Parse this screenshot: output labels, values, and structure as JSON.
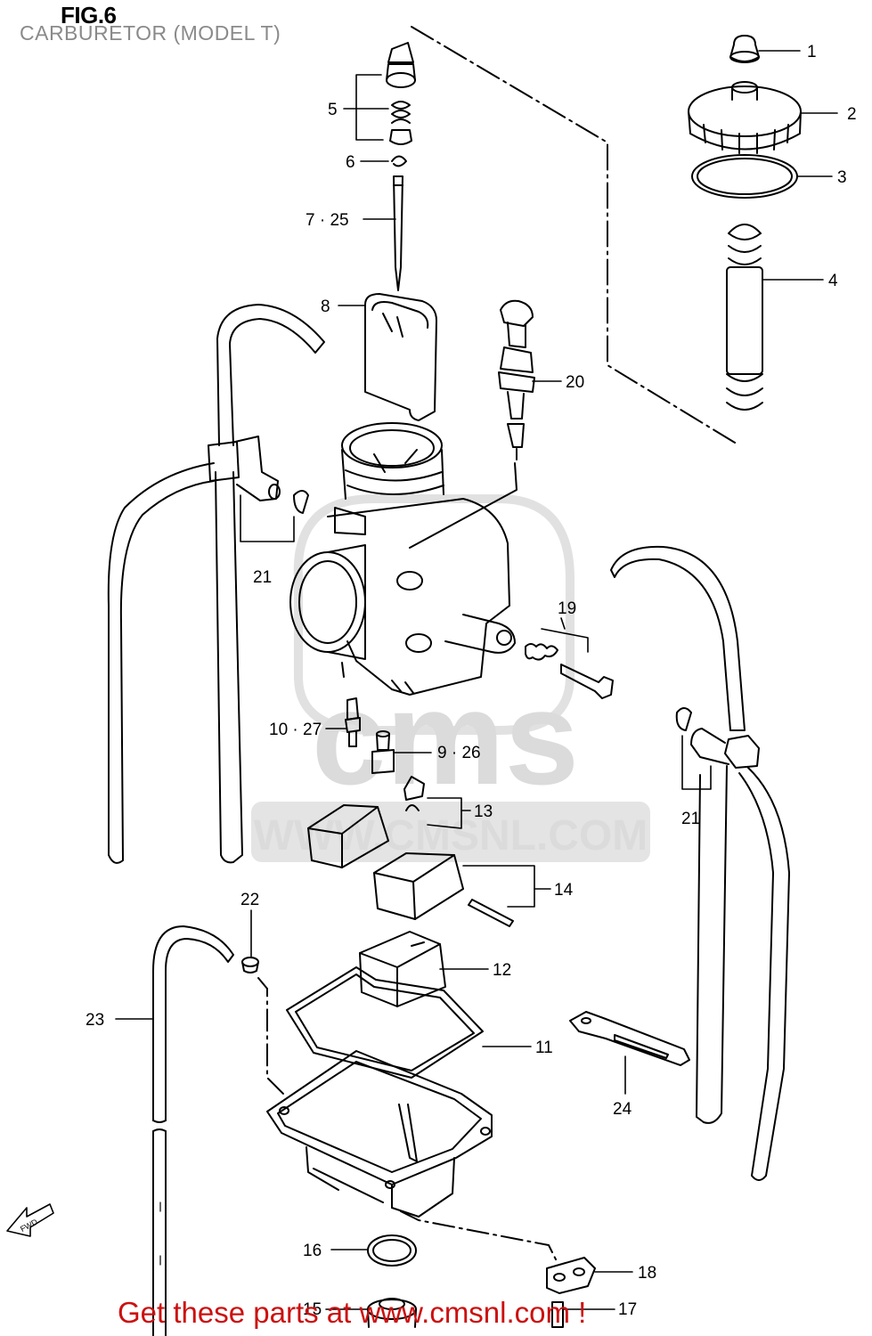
{
  "figure": {
    "title": "FIG.6",
    "subtitle": "CARBURETOR (MODEL T)"
  },
  "watermark": {
    "brand": "cms",
    "url": "WWW.CMSNL.COM"
  },
  "callouts": [
    {
      "id": "c1",
      "text": "1"
    },
    {
      "id": "c2",
      "text": "2"
    },
    {
      "id": "c3",
      "text": "3"
    },
    {
      "id": "c4",
      "text": "4"
    },
    {
      "id": "c5",
      "text": "5"
    },
    {
      "id": "c6",
      "text": "6"
    },
    {
      "id": "c7",
      "text": "7 · 25"
    },
    {
      "id": "c8",
      "text": "8"
    },
    {
      "id": "c20",
      "text": "20"
    },
    {
      "id": "c21a",
      "text": "21"
    },
    {
      "id": "c19",
      "text": "19"
    },
    {
      "id": "c10",
      "text": "10 · 27"
    },
    {
      "id": "c9",
      "text": "9 · 26"
    },
    {
      "id": "c13",
      "text": "13"
    },
    {
      "id": "c21b",
      "text": "21"
    },
    {
      "id": "c14",
      "text": "14"
    },
    {
      "id": "c22",
      "text": "22"
    },
    {
      "id": "c12",
      "text": "12"
    },
    {
      "id": "c23",
      "text": "23"
    },
    {
      "id": "c11",
      "text": "11"
    },
    {
      "id": "c24",
      "text": "24"
    },
    {
      "id": "c16",
      "text": "16"
    },
    {
      "id": "c18",
      "text": "18"
    },
    {
      "id": "c15",
      "text": "15"
    },
    {
      "id": "c17",
      "text": "17"
    }
  ],
  "fwd_marker": "FWD",
  "footer": "Get these parts at www.cmsnl.com !"
}
